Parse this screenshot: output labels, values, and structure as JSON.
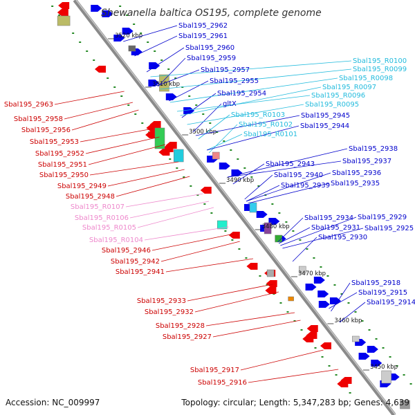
{
  "title": "Shewanella baltica OS195, complete genome",
  "accession": "Accession: NC_009997",
  "summary": "Topology: circular; Length: 5,347,283 bp; Genes: 4,639",
  "colors": {
    "backbone": "#888888",
    "forward_gene": "#0000ee",
    "reverse_gene": "#ee0000",
    "rna": "#33ccee",
    "rna_reverse": "#ee88cc",
    "dot_track": "#228822"
  },
  "kbp_markers": [
    "3520 kbp",
    "3510 kbp",
    "3500 kbp",
    "3490 kbp",
    "3480 kbp",
    "3470 kbp",
    "3460 kbp",
    "3450 kbp"
  ],
  "labels_right": [
    {
      "text": "Sbal195_2962",
      "color": "#0000cc"
    },
    {
      "text": "Sbal195_2961",
      "color": "#0000cc"
    },
    {
      "text": "Sbal195_2960",
      "color": "#0000cc"
    },
    {
      "text": "Sbal195_2959",
      "color": "#0000cc"
    },
    {
      "text": "Sbal195_2957",
      "color": "#0000cc"
    },
    {
      "text": "Sbal195_2955",
      "color": "#0000cc"
    },
    {
      "text": "Sbal195_2954",
      "color": "#0000cc"
    },
    {
      "text": "gltX",
      "color": "#0000cc"
    },
    {
      "text": "Sbal195_R0100",
      "color": "#22bbdd"
    },
    {
      "text": "Sbal195_R0099",
      "color": "#22bbdd"
    },
    {
      "text": "Sbal195_R0098",
      "color": "#22bbdd"
    },
    {
      "text": "Sbal195_R0097",
      "color": "#22bbdd"
    },
    {
      "text": "Sbal195_R0096",
      "color": "#22bbdd"
    },
    {
      "text": "Sbal195_R0095",
      "color": "#22bbdd"
    },
    {
      "text": "Sbal195_R0103",
      "color": "#22bbdd"
    },
    {
      "text": "Sbal195_R0102",
      "color": "#22bbdd"
    },
    {
      "text": "Sbal195_R0101",
      "color": "#22bbdd"
    },
    {
      "text": "Sbal195_2945",
      "color": "#0000cc"
    },
    {
      "text": "Sbal195_2944",
      "color": "#0000cc"
    },
    {
      "text": "Sbal195_2938",
      "color": "#0000cc"
    },
    {
      "text": "Sbal195_2937",
      "color": "#0000cc"
    },
    {
      "text": "Sbal195_2943",
      "color": "#0000cc"
    },
    {
      "text": "Sbal195_2940",
      "color": "#0000cc"
    },
    {
      "text": "Sbal195_2936",
      "color": "#0000cc"
    },
    {
      "text": "Sbal195_2939",
      "color": "#0000cc"
    },
    {
      "text": "Sbal195_2935",
      "color": "#0000cc"
    },
    {
      "text": "Sbal195_2934",
      "color": "#0000cc"
    },
    {
      "text": "Sbal195_2929",
      "color": "#0000cc"
    },
    {
      "text": "Sbal195_2931",
      "color": "#0000cc"
    },
    {
      "text": "Sbal195_2925",
      "color": "#0000cc"
    },
    {
      "text": "Sbal195_2930",
      "color": "#0000cc"
    },
    {
      "text": "Sbal195_2918",
      "color": "#0000cc"
    },
    {
      "text": "Sbal195_2915",
      "color": "#0000cc"
    },
    {
      "text": "Sbal195_2914",
      "color": "#0000cc"
    }
  ],
  "labels_left": [
    {
      "text": "Sbal195_2963",
      "color": "#cc0000"
    },
    {
      "text": "Sbal195_2958",
      "color": "#cc0000"
    },
    {
      "text": "Sbal195_2956",
      "color": "#cc0000"
    },
    {
      "text": "Sbal195_2953",
      "color": "#cc0000"
    },
    {
      "text": "Sbal195_2952",
      "color": "#cc0000"
    },
    {
      "text": "Sbal195_2951",
      "color": "#cc0000"
    },
    {
      "text": "Sbal195_2950",
      "color": "#cc0000"
    },
    {
      "text": "Sbal195_2949",
      "color": "#cc0000"
    },
    {
      "text": "Sbal195_2948",
      "color": "#cc0000"
    },
    {
      "text": "Sbal195_R0107",
      "color": "#ee88cc"
    },
    {
      "text": "Sbal195_R0106",
      "color": "#ee88cc"
    },
    {
      "text": "Sbal195_R0105",
      "color": "#ee88cc"
    },
    {
      "text": "Sbal195_R0104",
      "color": "#ee88cc"
    },
    {
      "text": "Sbal195_2946",
      "color": "#cc0000"
    },
    {
      "text": "Sbal195_2942",
      "color": "#cc0000"
    },
    {
      "text": "Sbal195_2941",
      "color": "#cc0000"
    },
    {
      "text": "Sbal195_2933",
      "color": "#cc0000"
    },
    {
      "text": "Sbal195_2932",
      "color": "#cc0000"
    },
    {
      "text": "Sbal195_2928",
      "color": "#cc0000"
    },
    {
      "text": "Sbal195_2927",
      "color": "#cc0000"
    },
    {
      "text": "Sbal195_2917",
      "color": "#cc0000"
    },
    {
      "text": "Sbal195_2916",
      "color": "#cc0000"
    }
  ]
}
